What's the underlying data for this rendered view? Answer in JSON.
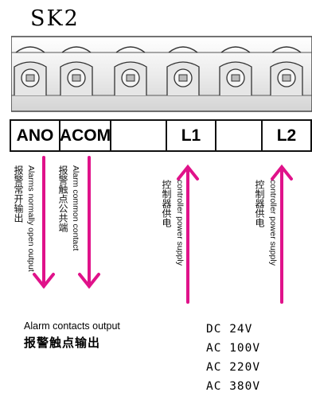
{
  "title": "SK2",
  "terminals": [
    {
      "label": "ANO",
      "width": "narrow"
    },
    {
      "label": "ACOM"
    },
    {
      "label": ""
    },
    {
      "label": "L1"
    },
    {
      "label": ""
    },
    {
      "label": "L2"
    }
  ],
  "annotations": {
    "ano_zh": "报警常开输出",
    "ano_en": "Alarms normally open output",
    "acom_zh": "报警触点公共端",
    "acom_en": "Alarm common contact",
    "l1_zh": "控制器供电",
    "l1_en": "controller power supply",
    "l2_zh": "控制器供电",
    "l2_en": "controller power supply"
  },
  "alarm_output": {
    "en": "Alarm contacts output",
    "zh": "报警触点输出"
  },
  "voltages": [
    "DC 24V",
    "AC 100V",
    "AC 220V",
    "AC 380V"
  ],
  "colors": {
    "arrow": "#e0128a",
    "outline": "#111111",
    "block_fill": "#f2f2f2"
  }
}
